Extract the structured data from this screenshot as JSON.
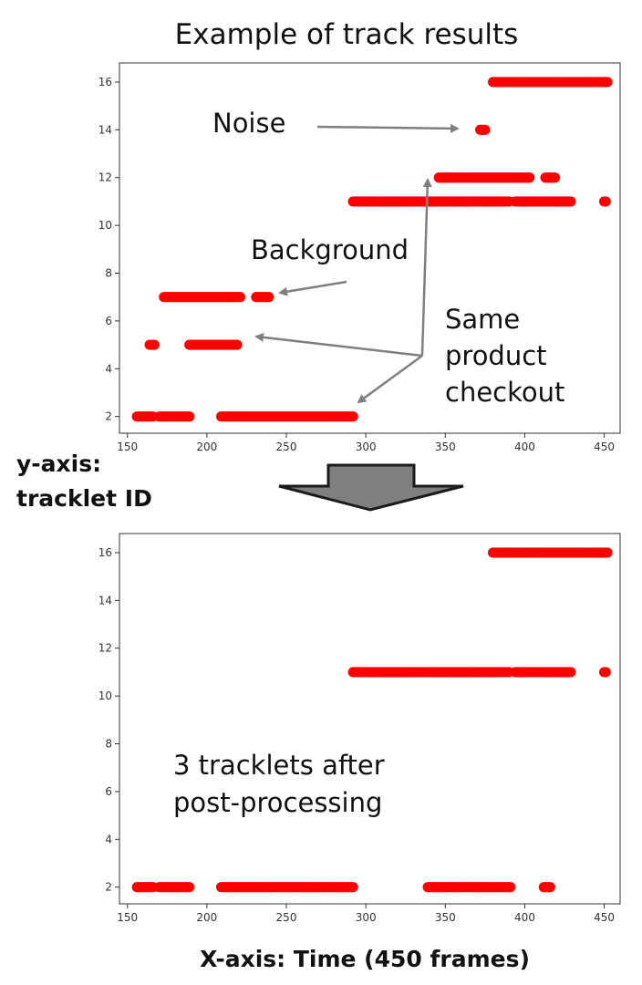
{
  "page": {
    "title": "Example of track results",
    "y_axis_note_line1": "y-axis:",
    "y_axis_note_line2": "tracklet ID",
    "x_axis_note": "X-axis: Time (450 frames)"
  },
  "colors": {
    "points": "#ff0000",
    "arrow": "#7f7f7f",
    "big_arrow_fill": "#808080",
    "big_arrow_stroke": "#1a1a1a",
    "frame": "#333333"
  },
  "annotations": {
    "noise": "Noise",
    "background": "Background",
    "same_product_line1": "Same",
    "same_product_line2": "product",
    "same_product_line3": "checkout",
    "after_line1": "3 tracklets after",
    "after_line2": "post-processing"
  },
  "chart_data": [
    {
      "type": "scatter",
      "title": "",
      "xlabel": "",
      "ylabel": "",
      "xlim": [
        145,
        460
      ],
      "ylim": [
        1.3,
        16.8
      ],
      "x_ticks": [
        150,
        200,
        250,
        300,
        350,
        400,
        450
      ],
      "y_ticks": [
        2,
        4,
        6,
        8,
        10,
        12,
        14,
        16
      ],
      "grid": false,
      "series": [
        {
          "color": "#ff0000",
          "segments": [
            {
              "y": 2,
              "x_start": 156,
              "x_end": 166
            },
            {
              "y": 2,
              "x_start": 170,
              "x_end": 189
            },
            {
              "y": 2,
              "x_start": 209,
              "x_end": 292
            },
            {
              "y": 5,
              "x_start": 164,
              "x_end": 167
            },
            {
              "y": 5,
              "x_start": 189,
              "x_end": 219
            },
            {
              "y": 7,
              "x_start": 173,
              "x_end": 221
            },
            {
              "y": 7,
              "x_start": 231,
              "x_end": 239
            },
            {
              "y": 11,
              "x_start": 292,
              "x_end": 390
            },
            {
              "y": 11,
              "x_start": 394,
              "x_end": 429
            },
            {
              "y": 11,
              "x_start": 450,
              "x_end": 451
            },
            {
              "y": 12,
              "x_start": 346,
              "x_end": 403
            },
            {
              "y": 12,
              "x_start": 413,
              "x_end": 419
            },
            {
              "y": 14,
              "x_start": 372,
              "x_end": 375
            },
            {
              "y": 16,
              "x_start": 380,
              "x_end": 452
            }
          ]
        }
      ]
    },
    {
      "type": "scatter",
      "title": "",
      "xlabel": "",
      "ylabel": "",
      "xlim": [
        145,
        460
      ],
      "ylim": [
        1.3,
        16.8
      ],
      "x_ticks": [
        150,
        200,
        250,
        300,
        350,
        400,
        450
      ],
      "y_ticks": [
        2,
        4,
        6,
        8,
        10,
        12,
        14,
        16
      ],
      "grid": false,
      "series": [
        {
          "color": "#ff0000",
          "segments": [
            {
              "y": 2,
              "x_start": 156,
              "x_end": 166
            },
            {
              "y": 2,
              "x_start": 170,
              "x_end": 189
            },
            {
              "y": 2,
              "x_start": 209,
              "x_end": 292
            },
            {
              "y": 2,
              "x_start": 339,
              "x_end": 391
            },
            {
              "y": 2,
              "x_start": 412,
              "x_end": 416
            },
            {
              "y": 11,
              "x_start": 292,
              "x_end": 390
            },
            {
              "y": 11,
              "x_start": 394,
              "x_end": 429
            },
            {
              "y": 11,
              "x_start": 450,
              "x_end": 451
            },
            {
              "y": 16,
              "x_start": 380,
              "x_end": 452
            }
          ]
        }
      ]
    }
  ]
}
